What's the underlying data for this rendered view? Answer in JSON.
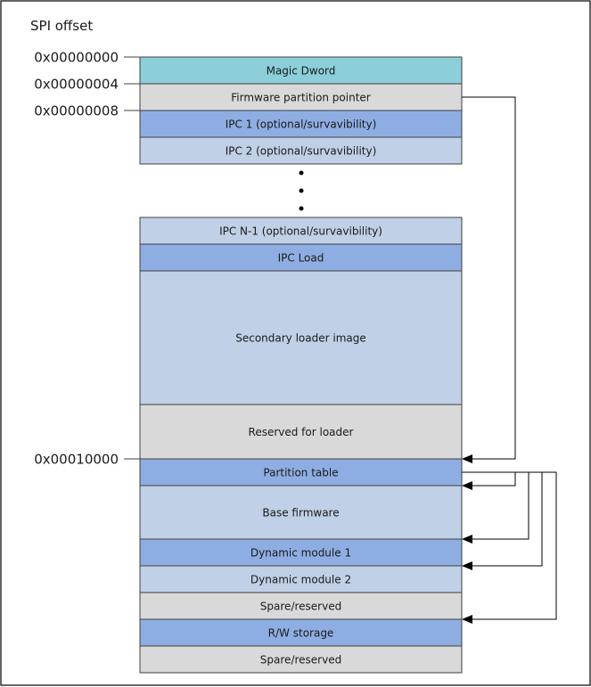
{
  "title": "SPI offset",
  "offsets": [
    "0x00000000",
    "0x00000004",
    "0x00000008",
    "0x00010000"
  ],
  "colors": {
    "teal": "#8ccfda",
    "gray": "#d9d9d9",
    "blue": "#8eaee3",
    "lightblue": "#c0d0e6"
  },
  "blocks": [
    {
      "label": "Magic Dword",
      "color": "teal"
    },
    {
      "label": "Firmware partition pointer",
      "color": "gray"
    },
    {
      "label": "IPC 1 (optional/survavibility)",
      "color": "blue"
    },
    {
      "label": "IPC 2 (optional/survavibility)",
      "color": "lightblue"
    },
    {
      "label": "IPC N-1 (optional/survavibility)",
      "color": "lightblue"
    },
    {
      "label": "IPC Load",
      "color": "blue"
    },
    {
      "label": "Secondary loader image",
      "color": "lightblue"
    },
    {
      "label": "Reserved for loader",
      "color": "gray"
    },
    {
      "label": "Partition table",
      "color": "blue"
    },
    {
      "label": "Base firmware",
      "color": "lightblue"
    },
    {
      "label": "Dynamic module 1",
      "color": "blue"
    },
    {
      "label": "Dynamic module 2",
      "color": "lightblue"
    },
    {
      "label": "Spare/reserved",
      "color": "gray"
    },
    {
      "label": "R/W storage",
      "color": "blue"
    },
    {
      "label": "Spare/reserved",
      "color": "gray"
    }
  ]
}
